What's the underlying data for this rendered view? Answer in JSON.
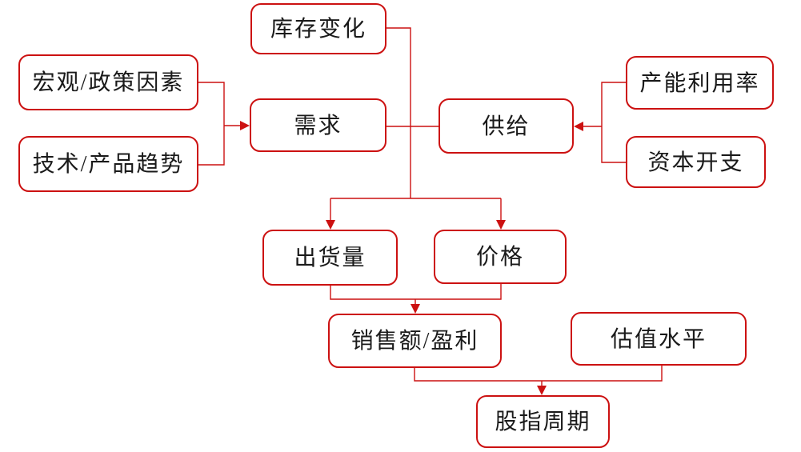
{
  "diagram": {
    "background": "#ffffff",
    "accent_color": "#cc1111",
    "text_color": "#1a1a1a",
    "nodes": {
      "inventory_change": {
        "label": "库存变化"
      },
      "macro_policy": {
        "label": "宏观/政策因素"
      },
      "tech_product": {
        "label": "技术/产品趋势"
      },
      "demand": {
        "label": "需求"
      },
      "supply": {
        "label": "供给"
      },
      "capacity_utilization": {
        "label": "产能利用率"
      },
      "capex": {
        "label": "资本开支"
      },
      "shipments": {
        "label": "出货量"
      },
      "price": {
        "label": "价格"
      },
      "sales_profit": {
        "label": "销售额/盈利"
      },
      "valuation": {
        "label": "估值水平"
      },
      "stock_index_cycle": {
        "label": "股指周期"
      }
    },
    "edges": [
      {
        "from": "macro_policy",
        "to": "demand",
        "arrow": true
      },
      {
        "from": "tech_product",
        "to": "demand",
        "arrow": true
      },
      {
        "from": "inventory_change",
        "to": "demand_supply_junction",
        "arrow": false
      },
      {
        "from": "demand",
        "to": "supply",
        "arrow": false
      },
      {
        "from": "capacity_utilization",
        "to": "supply",
        "arrow": true
      },
      {
        "from": "capex",
        "to": "supply",
        "arrow": true
      },
      {
        "from": "demand_supply_junction",
        "to": "shipments",
        "arrow": true
      },
      {
        "from": "demand_supply_junction",
        "to": "price",
        "arrow": true
      },
      {
        "from": "shipments",
        "to": "sales_profit",
        "arrow": true
      },
      {
        "from": "price",
        "to": "sales_profit",
        "arrow": true
      },
      {
        "from": "sales_profit",
        "to": "stock_index_cycle",
        "arrow": true
      },
      {
        "from": "valuation",
        "to": "stock_index_cycle",
        "arrow": true
      }
    ]
  }
}
